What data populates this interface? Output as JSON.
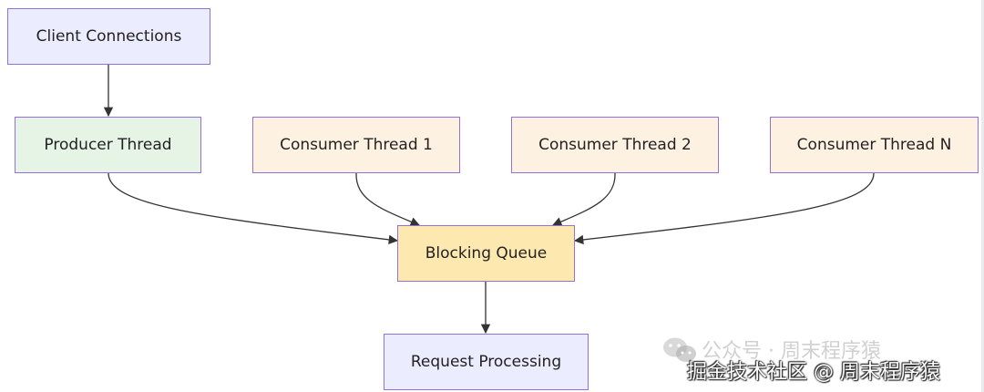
{
  "diagram": {
    "nodes": {
      "client": {
        "label": "Client Connections",
        "fill": "#ececff",
        "stroke": "#9370db"
      },
      "producer": {
        "label": "Producer Thread",
        "fill": "#e6f4e6",
        "stroke": "#9370db"
      },
      "consumer1": {
        "label": "Consumer Thread 1",
        "fill": "#fdf2e2",
        "stroke": "#9370db"
      },
      "consumer2": {
        "label": "Consumer Thread 2",
        "fill": "#fdf2e2",
        "stroke": "#9370db"
      },
      "consumerN": {
        "label": "Consumer Thread N",
        "fill": "#fdf2e2",
        "stroke": "#9370db"
      },
      "queue": {
        "label": "Blocking Queue",
        "fill": "#fde8b0",
        "stroke": "#9370db"
      },
      "request": {
        "label": "Request Processing",
        "fill": "#ececff",
        "stroke": "#9370db"
      }
    },
    "edge_color": "#333333"
  },
  "watermark": {
    "line1": "公众号 · 周末程序猿",
    "line2": "掘金技术社区 @ 周末程序猿",
    "icon": "wechat-icon"
  }
}
